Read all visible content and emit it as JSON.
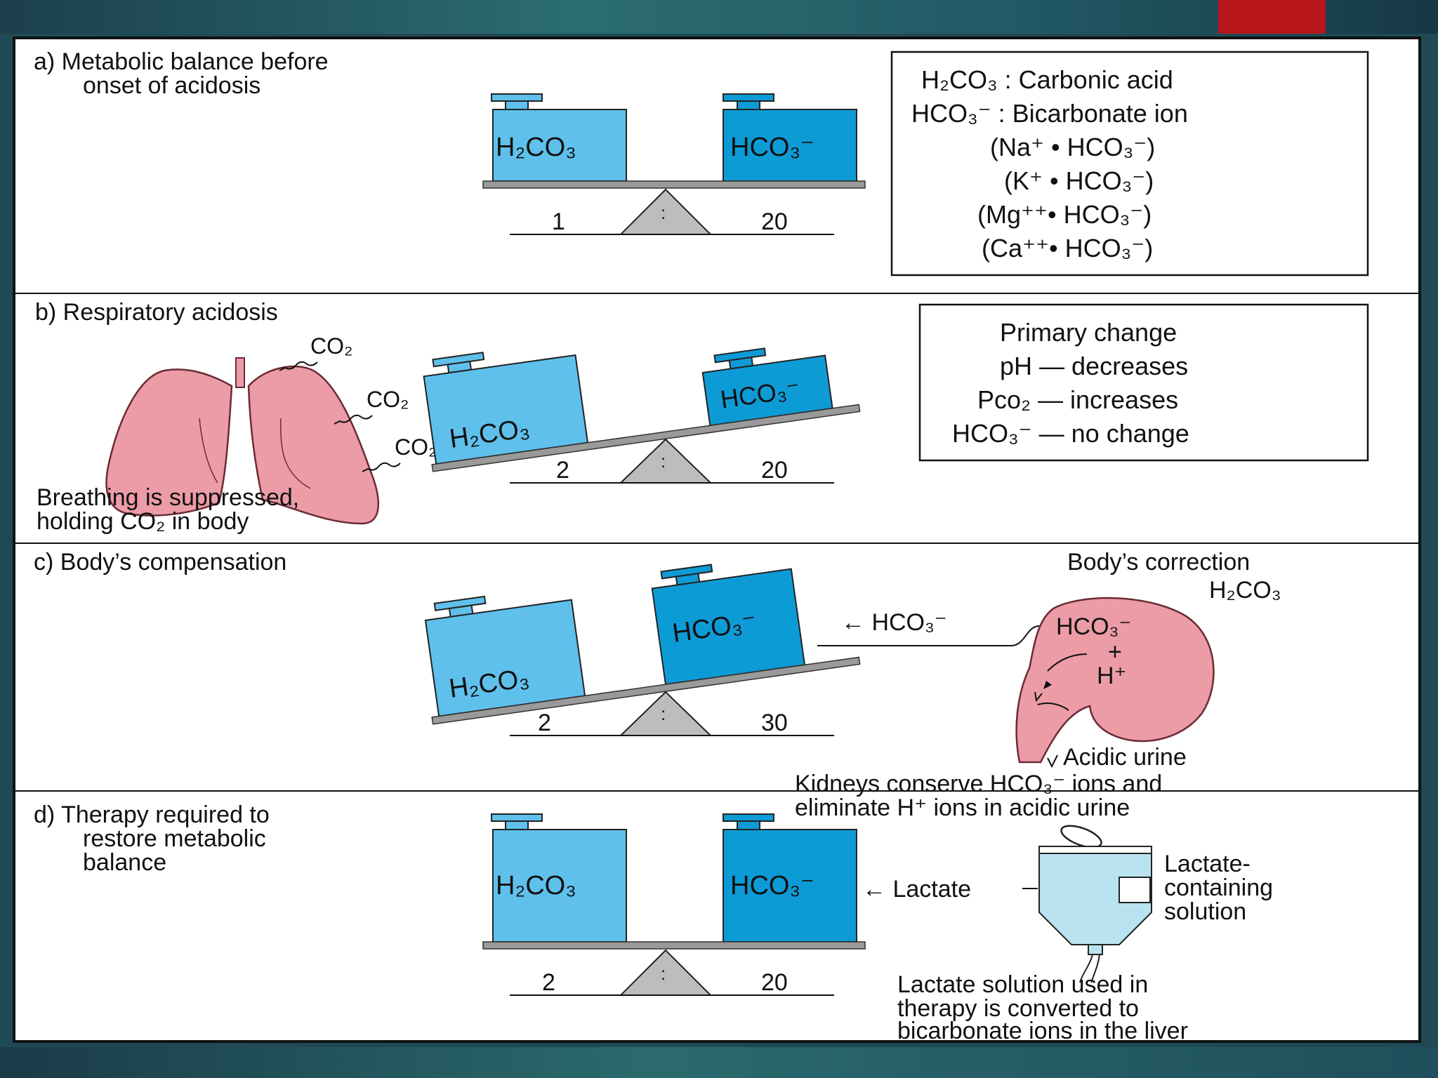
{
  "colors": {
    "light_block": "#5fc0ec",
    "dark_block": "#0d9bd6",
    "fulcrum": "#bdbdbd",
    "beam": "#9a9a9a",
    "organ": "#ec9ca7",
    "organ_stroke": "#6b2b33",
    "iv_bag": "#b9e3f0",
    "accent_red": "#b8161b"
  },
  "panels": [
    {
      "title_lines": [
        "a) Metabolic balance before",
        "onset of acidosis"
      ],
      "left_block": "H₂CO₃",
      "right_block": "HCO₃⁻",
      "left_ratio": "1",
      "right_ratio": "20",
      "colon": ":"
    },
    {
      "title_lines": [
        "b) Respiratory acidosis"
      ],
      "left_block": "H₂CO₃",
      "right_block": "HCO₃⁻",
      "left_ratio": "2",
      "right_ratio": "20",
      "colon": ":"
    },
    {
      "title_lines": [
        "c) Body’s compensation"
      ],
      "left_block": "H₂CO₃",
      "right_block": "HCO₃⁻",
      "left_ratio": "2",
      "right_ratio": "30",
      "colon": ":"
    },
    {
      "title_lines": [
        "d) Therapy required to",
        "restore metabolic",
        "balance"
      ],
      "left_block": "H₂CO₃",
      "right_block": "HCO₃⁻",
      "left_ratio": "2",
      "right_ratio": "20",
      "colon": ":"
    }
  ],
  "legend_a": [
    "H₂CO₃ : Carbonic acid",
    "HCO₃⁻ : Bicarbonate ion",
    "(Na⁺ • HCO₃⁻)",
    "(K⁺ • HCO₃⁻)",
    "(Mg⁺⁺• HCO₃⁻)",
    "(Ca⁺⁺• HCO₃⁻)"
  ],
  "panel_b": {
    "co2_label": "CO₂",
    "caption_lines": [
      "Breathing is suppressed,",
      "holding CO₂ in body"
    ],
    "box_lines": [
      "Primary change",
      "pH — decreases",
      "Pco₂ — increases",
      "HCO₃⁻ — no change"
    ]
  },
  "panel_c": {
    "correction_lines": [
      "Body’s correction",
      "H₂CO₃"
    ],
    "arrow_label": "← HCO₃⁻",
    "kidney_top": "HCO₃⁻",
    "kidney_plus": "+",
    "kidney_h": "H⁺",
    "urine_label": "Acidic urine",
    "caption_lines": [
      "Kidneys conserve HCO₃⁻ ions and",
      "eliminate H⁺ ions in acidic urine"
    ]
  },
  "panel_d": {
    "arrow_label": "← Lactate",
    "solution_lines": [
      "Lactate-",
      "containing",
      "solution"
    ],
    "caption_lines": [
      "Lactate solution used in",
      "therapy is converted to",
      "bicarbonate ions in the liver"
    ]
  }
}
